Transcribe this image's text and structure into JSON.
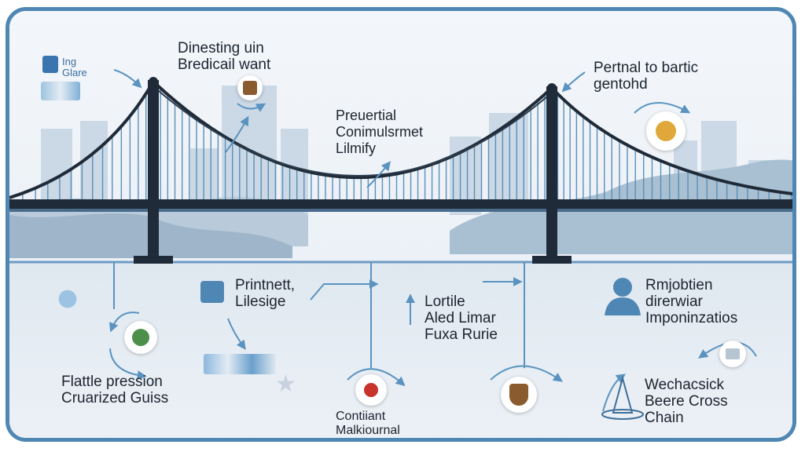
{
  "labels": {
    "top_left_small": [
      "Ing",
      "Glare"
    ],
    "top_left": [
      "Dinesting uin",
      "Bredicail want"
    ],
    "top_center": [
      "Preuertial",
      "Conimulsrmet",
      "Lilmify"
    ],
    "top_right": [
      "Pertnal to bartic",
      "gentohd"
    ],
    "mid_left": [
      "Printnett,",
      "Lilesige"
    ],
    "mid_center": [
      "Lortile",
      "Aled Limar",
      "Fuxa Rurie"
    ],
    "mid_right": [
      "Rmjobtien",
      "direrwiar",
      "Imponinzatios"
    ],
    "bottom_left": [
      "Flattle pression",
      "Cruarized Guiss"
    ],
    "bottom_center": [
      "Contiiant",
      "Malkiournal"
    ],
    "bottom_right": [
      "Wechacsick",
      "Beere Cross",
      "Chain"
    ]
  },
  "colors": {
    "frame": "#4f87b4",
    "bridge": "#1f2b38",
    "cables": "#5b8fb8",
    "arrow": "#5a93c0",
    "skyline": "#c9d6e3",
    "water": "#d7e2ec"
  },
  "icons": [
    "image-icon",
    "gift-box-icon",
    "badge-icon",
    "toolbox-icon",
    "user-icon",
    "shield-icon",
    "emblem-icon",
    "star-icon"
  ]
}
